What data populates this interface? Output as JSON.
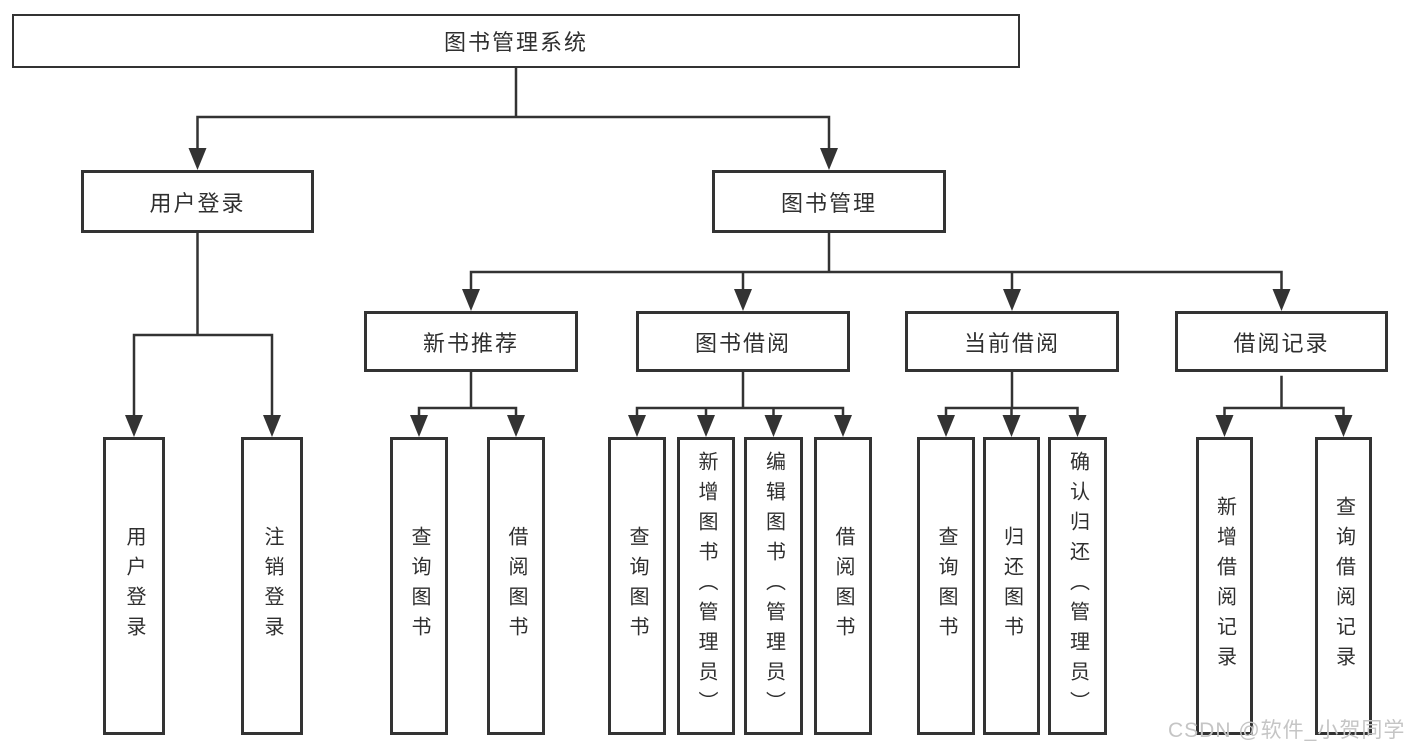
{
  "root": {
    "label": "图书管理系统"
  },
  "level2": {
    "user_login": {
      "label": "用户登录"
    },
    "book_management": {
      "label": "图书管理"
    }
  },
  "level3": {
    "new_book_recommend": {
      "label": "新书推荐"
    },
    "book_borrow": {
      "label": "图书借阅"
    },
    "current_borrow": {
      "label": "当前借阅"
    },
    "borrow_records": {
      "label": "借阅记录"
    }
  },
  "leaves": {
    "user_login": [
      "用户登录",
      "注销登录"
    ],
    "new_book_recommend": [
      "查询图书",
      "借阅图书"
    ],
    "book_borrow": [
      "查询图书",
      "新增图书（管理员）",
      "编辑图书（管理员）",
      "借阅图书"
    ],
    "current_borrow": [
      "查询图书",
      "归还图书",
      "确认归还（管理员）"
    ],
    "borrow_records": [
      "新增借阅记录",
      "查询借阅记录"
    ]
  },
  "watermark": "CSDN @软件_小贺同学",
  "colors": {
    "background": "#ffffff",
    "box_fill": "#ffffff",
    "box_border": "#333333",
    "line": "#333333",
    "text": "#2f2f2f",
    "watermark": "#c5c5c5"
  }
}
